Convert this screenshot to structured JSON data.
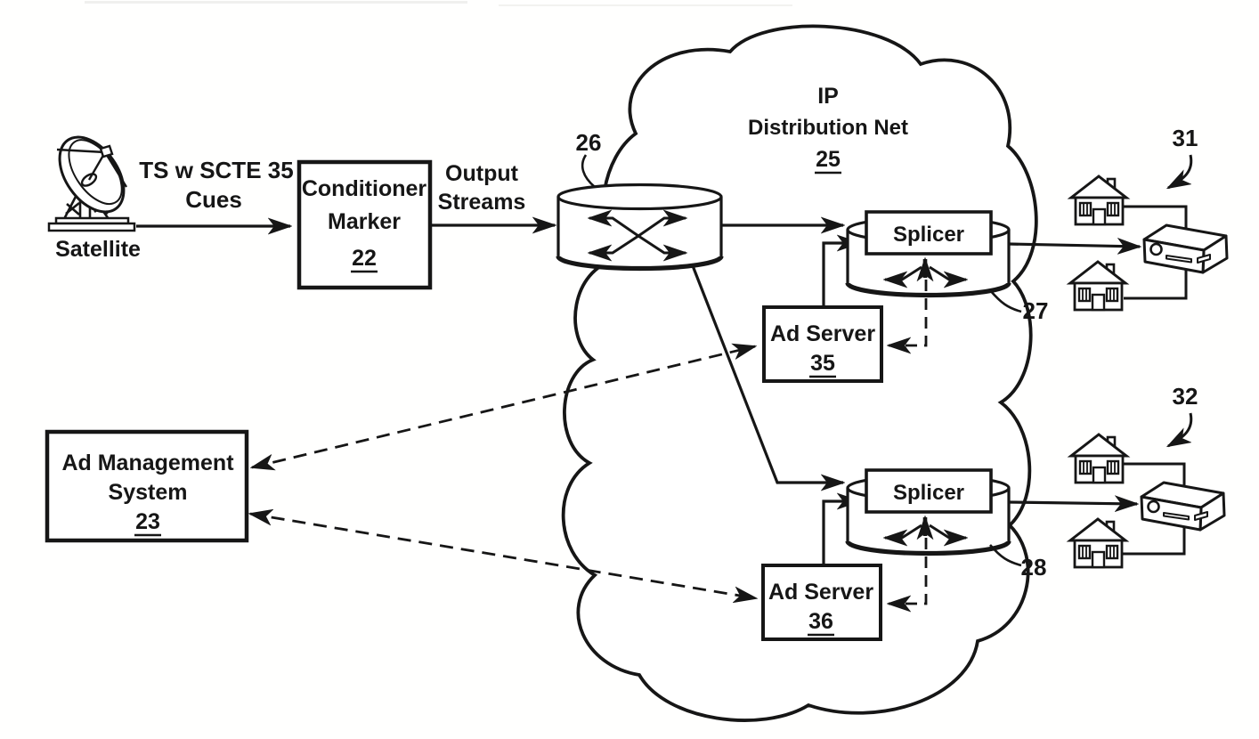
{
  "figure": {
    "kind": "patent-network-diagram",
    "ink_color": "#161616",
    "paper_color": "#ffffff"
  },
  "labels": {
    "satellite": "Satellite",
    "feed": {
      "line1": "TS w SCTE 35",
      "line2": "Cues"
    },
    "conditioner": {
      "line1": "Conditioner",
      "line2": "Marker",
      "ref": "22"
    },
    "output": {
      "line1": "Output",
      "line2": "Streams"
    },
    "router_ref": "26",
    "cloud": {
      "line1": "IP",
      "line2": "Distribution Net",
      "ref": "25"
    },
    "splicer_top": {
      "label": "Splicer",
      "ref": "27"
    },
    "ad_server_top": {
      "label": "Ad Server",
      "ref": "35"
    },
    "splicer_bottom": {
      "label": "Splicer",
      "ref": "28"
    },
    "ad_server_bottom": {
      "label": "Ad Server",
      "ref": "36"
    },
    "ad_management": {
      "line1": "Ad Management",
      "line2": "System",
      "ref": "23"
    },
    "subscriber_top_ref": "31",
    "subscriber_bottom_ref": "32"
  },
  "icons": [
    "satellite-dish-icon",
    "router-switch-icon",
    "splicer-cylinder-icon",
    "ip-cloud",
    "house-icon",
    "set-top-box-icon"
  ],
  "edges": [
    {
      "from": "Satellite",
      "to": "Conditioner Marker 22",
      "style": "solid-arrow"
    },
    {
      "from": "Conditioner Marker 22",
      "to": "Router 26",
      "style": "solid-arrow"
    },
    {
      "from": "Router 26",
      "to": "Splicer 27",
      "style": "solid-arrow"
    },
    {
      "from": "Router 26",
      "to": "Splicer 28",
      "style": "solid-arrow"
    },
    {
      "from": "Ad Server 35",
      "to": "Splicer 27",
      "style": "solid-arrow"
    },
    {
      "from": "Ad Server 36",
      "to": "Splicer 28",
      "style": "solid-arrow"
    },
    {
      "from": "Splicer 27",
      "to": "Set-top 31",
      "style": "solid-arrow"
    },
    {
      "from": "Splicer 28",
      "to": "Set-top 32",
      "style": "solid-arrow"
    },
    {
      "from": "Splicer 27",
      "to": "Ad Server 35",
      "style": "dashed-arrow"
    },
    {
      "from": "Splicer 28",
      "to": "Ad Server 36",
      "style": "dashed-arrow"
    },
    {
      "from": "Ad Server 35",
      "to": "Ad Management System 23",
      "style": "dashed-arrow-bidirectional"
    },
    {
      "from": "Ad Server 36",
      "to": "Ad Management System 23",
      "style": "dashed-arrow-bidirectional"
    }
  ]
}
